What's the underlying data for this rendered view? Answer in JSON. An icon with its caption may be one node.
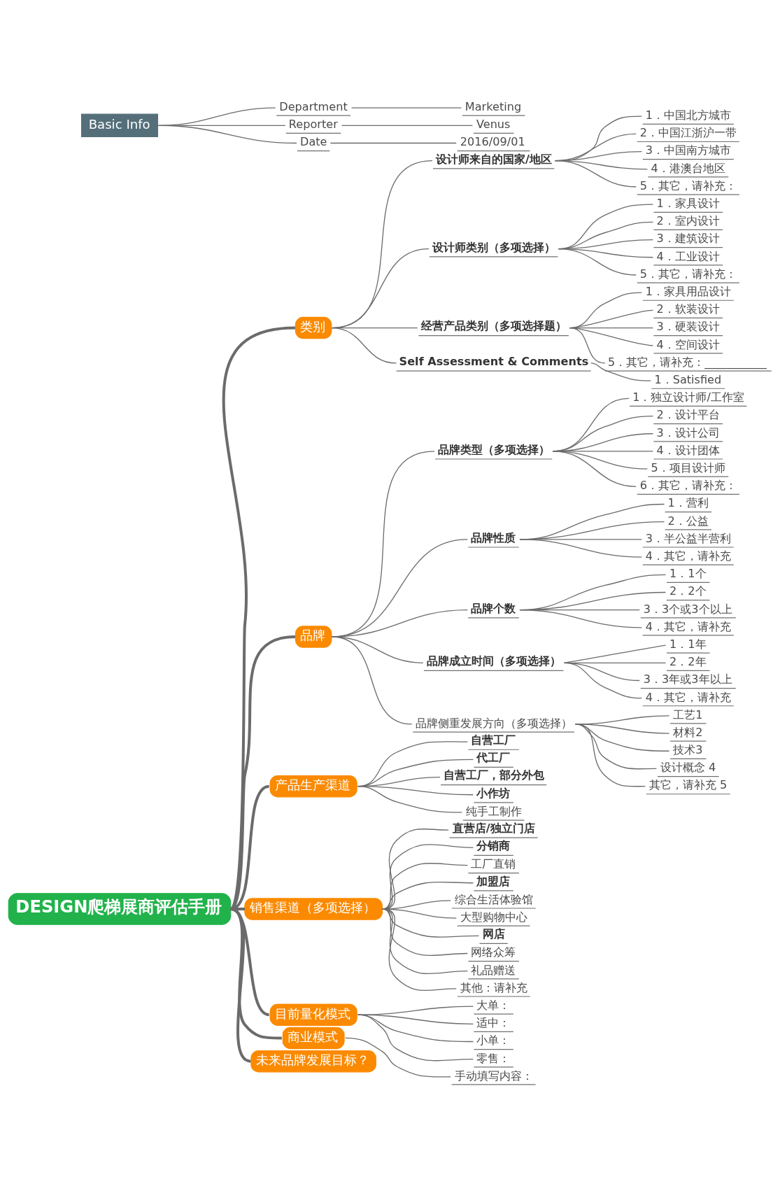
{
  "diagram": {
    "nodes": [
      {
        "text": [
          "DESIGN爬梯展商评估手册"
        ]
      },
      {
        "text": [
          "Basic Info"
        ]
      },
      {
        "text": [
          "Department"
        ]
      },
      {
        "text": [
          "Marketing"
        ]
      },
      {
        "text": [
          "Reporter"
        ]
      },
      {
        "text": [
          "Venus"
        ]
      },
      {
        "text": [
          "Date"
        ]
      },
      {
        "text": [
          "2016/09/01"
        ]
      },
      {
        "text": [
          "类别"
        ]
      },
      {
        "text": [
          "设计师来自的国家/地区"
        ]
      },
      {
        "text": [
          "1．中国北方城市"
        ]
      },
      {
        "text": [
          "2．中国江浙沪一带"
        ]
      },
      {
        "text": [
          "3．中国南方城市"
        ]
      },
      {
        "text": [
          "4．港澳台地区"
        ]
      },
      {
        "text": [
          "5．其它，请补充："
        ]
      },
      {
        "text": [
          "设计师类别（多项选择）"
        ]
      },
      {
        "text": [
          "1．家具设计"
        ]
      },
      {
        "text": [
          "2．室内设计"
        ]
      },
      {
        "text": [
          "3．建筑设计"
        ]
      },
      {
        "text": [
          "4．工业设计"
        ]
      },
      {
        "text": [
          "5．其它，请补充："
        ]
      },
      {
        "text": [
          "经营产品类别（多项选择题）"
        ]
      },
      {
        "text": [
          "1．家具用品设计"
        ]
      },
      {
        "text": [
          "2．软装设计"
        ]
      },
      {
        "text": [
          "3．硬装设计"
        ]
      },
      {
        "text": [
          "4．空间设计"
        ]
      },
      {
        "text": [
          "5．其它，请补充：___________"
        ]
      },
      {
        "text": [
          "Self Assessment & Comments"
        ]
      },
      {
        "text": [
          "1．Satisfied"
        ]
      },
      {
        "text": [
          "品牌"
        ]
      },
      {
        "text": [
          "品牌类型（多项选择）"
        ]
      },
      {
        "text": [
          "1．独立设计师/工作室"
        ]
      },
      {
        "text": [
          "2．设计平台"
        ]
      },
      {
        "text": [
          "3．设计公司"
        ]
      },
      {
        "text": [
          "4．设计团体"
        ]
      },
      {
        "text": [
          "5．项目设计师"
        ]
      },
      {
        "text": [
          "6．其它，请补充："
        ]
      },
      {
        "text": [
          "品牌性质"
        ]
      },
      {
        "text": [
          "1．营利"
        ]
      },
      {
        "text": [
          "2．公益"
        ]
      },
      {
        "text": [
          "3．半公益半营利"
        ]
      },
      {
        "text": [
          "4．其它，请补充"
        ]
      },
      {
        "text": [
          "品牌个数"
        ]
      },
      {
        "text": [
          "1．1个"
        ]
      },
      {
        "text": [
          "2．2个"
        ]
      },
      {
        "text": [
          "3．3个或3个以上"
        ]
      },
      {
        "text": [
          "4．其它，请补充"
        ]
      },
      {
        "text": [
          "品牌成立时间（多项选择）"
        ]
      },
      {
        "text": [
          "1．1年"
        ]
      },
      {
        "text": [
          "2．2年"
        ]
      },
      {
        "text": [
          "3．3年或3年以上"
        ]
      },
      {
        "text": [
          "4．其它，请补充"
        ]
      },
      {
        "text": [
          "品牌侧重发展方向（多项选择）"
        ]
      },
      {
        "text": [
          "工艺1"
        ]
      },
      {
        "text": [
          "材料2"
        ]
      },
      {
        "text": [
          "技术3"
        ]
      },
      {
        "text": [
          "设计概念 4"
        ]
      },
      {
        "text": [
          "其它，请补充 5"
        ]
      },
      {
        "text": [
          "产品生产渠道"
        ]
      },
      {
        "text": [
          "自营工厂"
        ]
      },
      {
        "text": [
          "代工厂"
        ]
      },
      {
        "text": [
          "自营工厂，部分外包"
        ]
      },
      {
        "text": [
          "小作坊"
        ]
      },
      {
        "text": [
          "纯手工制作"
        ]
      },
      {
        "text": [
          "销售渠道（多项选择）"
        ]
      },
      {
        "text": [
          "直营店/独立门店"
        ]
      },
      {
        "text": [
          "分销商"
        ]
      },
      {
        "text": [
          "工厂直销"
        ]
      },
      {
        "text": [
          "加盟店"
        ]
      },
      {
        "text": [
          "综合生活体验馆"
        ]
      },
      {
        "text": [
          "大型购物中心"
        ]
      },
      {
        "text": [
          "网店"
        ]
      },
      {
        "text": [
          "网络众筹"
        ]
      },
      {
        "text": [
          "礼品赠送"
        ]
      },
      {
        "text": [
          "其他：请补充"
        ]
      },
      {
        "text": [
          "目前量化模式"
        ]
      },
      {
        "text": [
          "大单："
        ]
      },
      {
        "text": [
          "适中："
        ]
      },
      {
        "text": [
          "小单："
        ]
      },
      {
        "text": [
          "零售："
        ]
      },
      {
        "text": [
          "商业模式"
        ]
      },
      {
        "text": [
          "手动填写内容："
        ]
      },
      {
        "text": [
          "未来品牌发展目标？"
        ]
      }
    ],
    "edges": [
      {
        "from": 1,
        "to": 2,
        "arrow": "none"
      },
      {
        "from": 2,
        "to": 3,
        "arrow": "none"
      },
      {
        "from": 1,
        "to": 4,
        "arrow": "none"
      },
      {
        "from": 4,
        "to": 5,
        "arrow": "none"
      },
      {
        "from": 1,
        "to": 6,
        "arrow": "none"
      },
      {
        "from": 6,
        "to": 7,
        "arrow": "none"
      },
      {
        "from": 0,
        "to": 8,
        "arrow": "none",
        "style": "thick"
      },
      {
        "from": 8,
        "to": 9,
        "arrow": "none"
      },
      {
        "from": 9,
        "to": 10,
        "arrow": "none"
      },
      {
        "from": 9,
        "to": 11,
        "arrow": "none"
      },
      {
        "from": 9,
        "to": 12,
        "arrow": "none"
      },
      {
        "from": 9,
        "to": 13,
        "arrow": "none"
      },
      {
        "from": 9,
        "to": 14,
        "arrow": "none"
      },
      {
        "from": 8,
        "to": 15,
        "arrow": "none"
      },
      {
        "from": 15,
        "to": 16,
        "arrow": "none"
      },
      {
        "from": 15,
        "to": 17,
        "arrow": "none"
      },
      {
        "from": 15,
        "to": 18,
        "arrow": "none"
      },
      {
        "from": 15,
        "to": 19,
        "arrow": "none"
      },
      {
        "from": 15,
        "to": 20,
        "arrow": "none"
      },
      {
        "from": 8,
        "to": 21,
        "arrow": "none"
      },
      {
        "from": 21,
        "to": 22,
        "arrow": "none"
      },
      {
        "from": 21,
        "to": 23,
        "arrow": "none"
      },
      {
        "from": 21,
        "to": 24,
        "arrow": "none"
      },
      {
        "from": 21,
        "to": 25,
        "arrow": "none"
      },
      {
        "from": 21,
        "to": 26,
        "arrow": "none"
      },
      {
        "from": 8,
        "to": 27,
        "arrow": "none"
      },
      {
        "from": 27,
        "to": 28,
        "arrow": "none"
      },
      {
        "from": 0,
        "to": 29,
        "arrow": "none",
        "style": "thick"
      },
      {
        "from": 29,
        "to": 30,
        "arrow": "none"
      },
      {
        "from": 30,
        "to": 31,
        "arrow": "none"
      },
      {
        "from": 30,
        "to": 32,
        "arrow": "none"
      },
      {
        "from": 30,
        "to": 33,
        "arrow": "none"
      },
      {
        "from": 30,
        "to": 34,
        "arrow": "none"
      },
      {
        "from": 30,
        "to": 35,
        "arrow": "none"
      },
      {
        "from": 30,
        "to": 36,
        "arrow": "none"
      },
      {
        "from": 29,
        "to": 37,
        "arrow": "none"
      },
      {
        "from": 37,
        "to": 38,
        "arrow": "none"
      },
      {
        "from": 37,
        "to": 39,
        "arrow": "none"
      },
      {
        "from": 37,
        "to": 40,
        "arrow": "none"
      },
      {
        "from": 37,
        "to": 41,
        "arrow": "none"
      },
      {
        "from": 29,
        "to": 42,
        "arrow": "none"
      },
      {
        "from": 42,
        "to": 43,
        "arrow": "none"
      },
      {
        "from": 42,
        "to": 44,
        "arrow": "none"
      },
      {
        "from": 42,
        "to": 45,
        "arrow": "none"
      },
      {
        "from": 42,
        "to": 46,
        "arrow": "none"
      },
      {
        "from": 29,
        "to": 47,
        "arrow": "none"
      },
      {
        "from": 47,
        "to": 48,
        "arrow": "none"
      },
      {
        "from": 47,
        "to": 49,
        "arrow": "none"
      },
      {
        "from": 47,
        "to": 50,
        "arrow": "none"
      },
      {
        "from": 47,
        "to": 51,
        "arrow": "none"
      },
      {
        "from": 29,
        "to": 52,
        "arrow": "none"
      },
      {
        "from": 52,
        "to": 53,
        "arrow": "none"
      },
      {
        "from": 52,
        "to": 54,
        "arrow": "none"
      },
      {
        "from": 52,
        "to": 55,
        "arrow": "none"
      },
      {
        "from": 52,
        "to": 56,
        "arrow": "none"
      },
      {
        "from": 52,
        "to": 57,
        "arrow": "none"
      },
      {
        "from": 0,
        "to": 58,
        "arrow": "none",
        "style": "thick"
      },
      {
        "from": 58,
        "to": 59,
        "arrow": "none"
      },
      {
        "from": 58,
        "to": 60,
        "arrow": "none"
      },
      {
        "from": 58,
        "to": 61,
        "arrow": "none"
      },
      {
        "from": 58,
        "to": 62,
        "arrow": "none"
      },
      {
        "from": 58,
        "to": 63,
        "arrow": "none"
      },
      {
        "from": 0,
        "to": 64,
        "arrow": "none",
        "style": "thick"
      },
      {
        "from": 64,
        "to": 65,
        "arrow": "none"
      },
      {
        "from": 64,
        "to": 66,
        "arrow": "none"
      },
      {
        "from": 64,
        "to": 67,
        "arrow": "none"
      },
      {
        "from": 64,
        "to": 68,
        "arrow": "none"
      },
      {
        "from": 64,
        "to": 69,
        "arrow": "none"
      },
      {
        "from": 64,
        "to": 70,
        "arrow": "none"
      },
      {
        "from": 64,
        "to": 71,
        "arrow": "none"
      },
      {
        "from": 64,
        "to": 72,
        "arrow": "none"
      },
      {
        "from": 64,
        "to": 73,
        "arrow": "none"
      },
      {
        "from": 64,
        "to": 74,
        "arrow": "none"
      },
      {
        "from": 0,
        "to": 75,
        "arrow": "none",
        "style": "thick"
      },
      {
        "from": 75,
        "to": 76,
        "arrow": "none"
      },
      {
        "from": 75,
        "to": 77,
        "arrow": "none"
      },
      {
        "from": 75,
        "to": 78,
        "arrow": "none"
      },
      {
        "from": 75,
        "to": 79,
        "arrow": "none"
      },
      {
        "from": 0,
        "to": 80,
        "arrow": "none",
        "style": "thick"
      },
      {
        "from": 80,
        "to": 81,
        "arrow": "none"
      },
      {
        "from": 0,
        "to": 82,
        "arrow": "none",
        "style": "thick"
      }
    ]
  }
}
